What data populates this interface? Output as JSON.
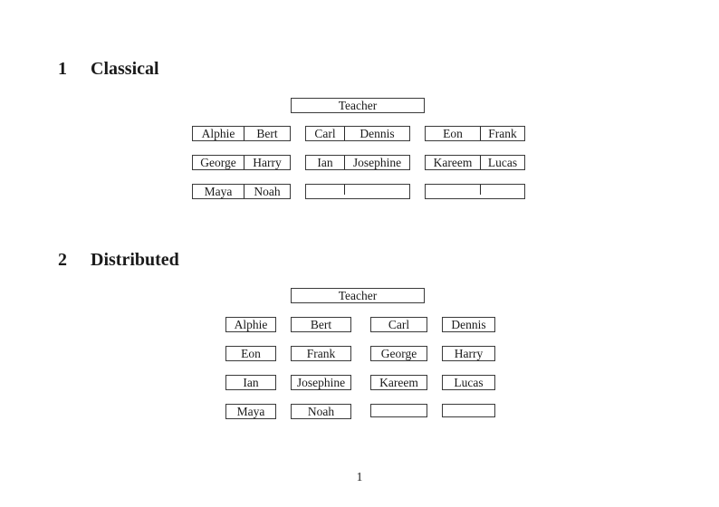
{
  "page": {
    "number": "1"
  },
  "colors": {
    "background": "#ffffff",
    "border": "#3a3a3a",
    "text": "#1a1a1a"
  },
  "sections": [
    {
      "number": "1",
      "title": "Classical",
      "teacher_label": "Teacher",
      "rows": [
        [
          [
            "Alphie",
            "Bert"
          ],
          [
            "Carl",
            "Dennis"
          ],
          [
            "Eon",
            "Frank"
          ]
        ],
        [
          [
            "George",
            "Harry"
          ],
          [
            "Ian",
            "Josephine"
          ],
          [
            "Kareem",
            "Lucas"
          ]
        ],
        [
          [
            "Maya",
            "Noah"
          ],
          [
            "",
            ""
          ],
          [
            "",
            ""
          ]
        ]
      ]
    },
    {
      "number": "2",
      "title": "Distributed",
      "teacher_label": "Teacher",
      "rows": [
        [
          "Alphie",
          "Bert",
          "Carl",
          "Dennis"
        ],
        [
          "Eon",
          "Frank",
          "George",
          "Harry"
        ],
        [
          "Ian",
          "Josephine",
          "Kareem",
          "Lucas"
        ],
        [
          "Maya",
          "Noah",
          "",
          ""
        ]
      ]
    }
  ]
}
